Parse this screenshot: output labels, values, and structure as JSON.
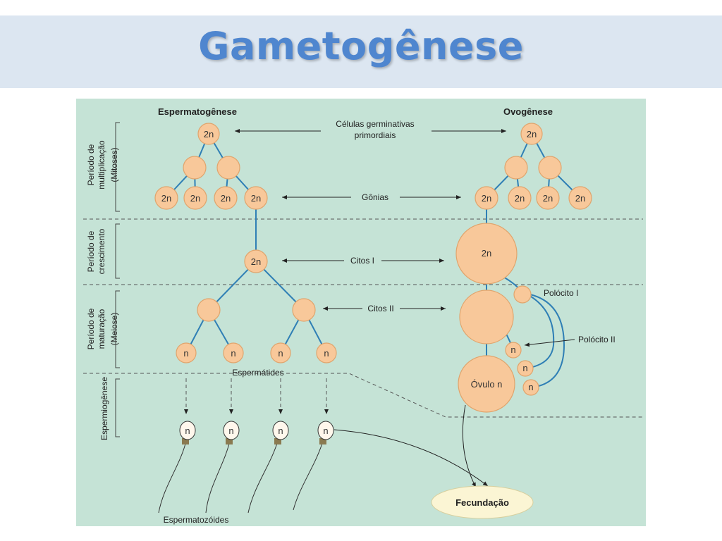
{
  "title": "Gametogênese",
  "columns": {
    "left": "Espermatogênese",
    "right": "Ovogênese"
  },
  "labels": {
    "primordial_line1": "Células germinativas",
    "primordial_line2": "primordiais",
    "gonias": "Gônias",
    "citos1": "Citos I",
    "citos2": "Citos II",
    "espermatides": "Espermátides",
    "polocito1": "Polócito I",
    "polocito2": "Polócito II",
    "espermatozoides": "Espermatozóides",
    "fecundacao": "Fecundação",
    "ovulo": "Óvulo n"
  },
  "cell_text": {
    "diploid": "2n",
    "haploid": "n"
  },
  "periods": {
    "multiplicacao_1": "Período de",
    "multiplicacao_2": "multiplicação",
    "multiplicacao_3": "(Mitoses)",
    "crescimento_1": "Período de",
    "crescimento_2": "crescimento",
    "maturacao_1": "Período de",
    "maturacao_2": "maturação",
    "maturacao_3": "(Meiose)",
    "espermiogenese": "Espermiogênese"
  },
  "colors": {
    "background": "#c5e3d6",
    "cell": "#f8c89a",
    "connector": "#2f7fb5",
    "banner": "#dce6f1",
    "title": "#4f86cf"
  }
}
